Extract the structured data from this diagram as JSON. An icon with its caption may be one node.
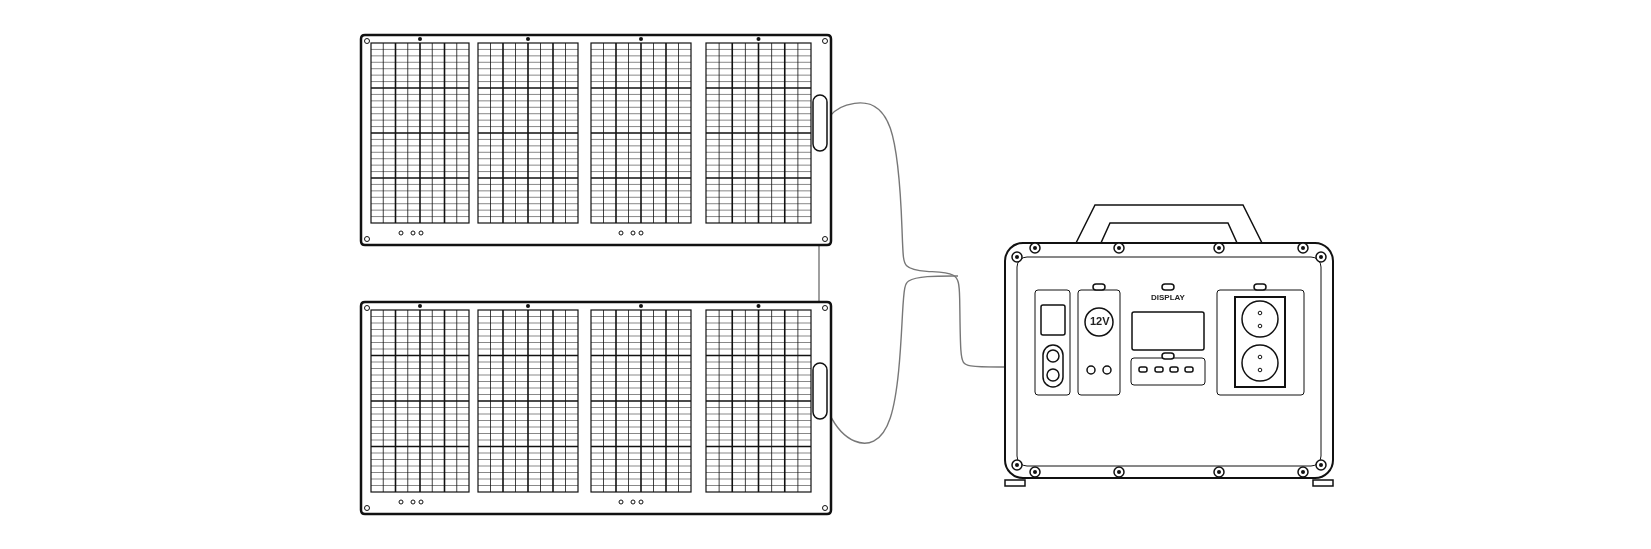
{
  "diagram": {
    "nodes": [
      {
        "text": [],
        "shape": "picture"
      },
      {
        "text": [],
        "shape": "picture"
      },
      {
        "text": [],
        "shape": "picture"
      }
    ],
    "edges": [
      {
        "from": 0,
        "to": 2,
        "arrow": "none"
      },
      {
        "from": 1,
        "to": 2,
        "arrow": "none"
      },
      {
        "from": 0,
        "to": 1,
        "arrow": "none"
      }
    ],
    "labels": [
      "12V",
      "DISPLAY"
    ]
  }
}
